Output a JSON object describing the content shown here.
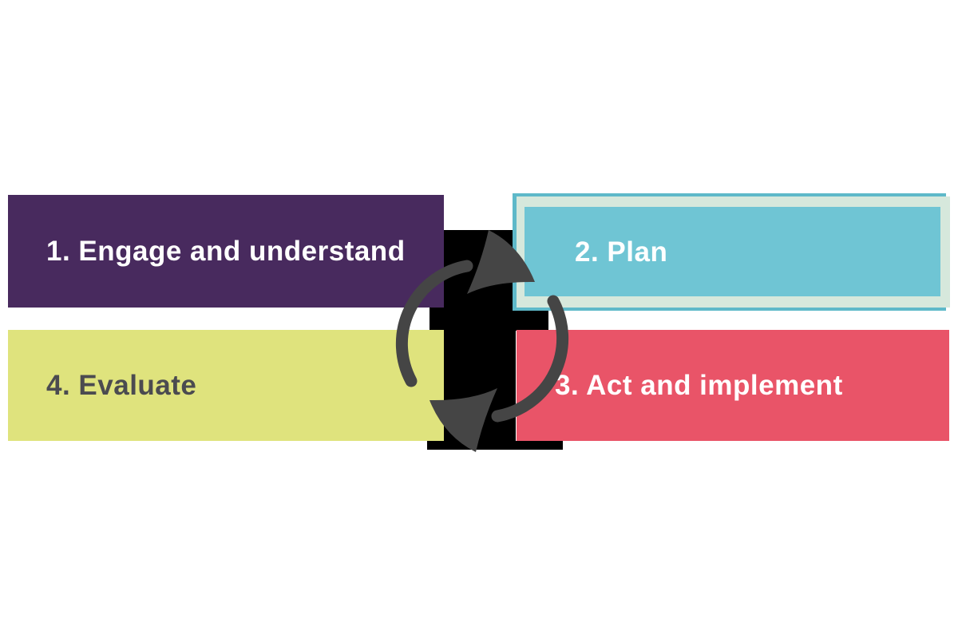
{
  "diagram": {
    "type": "process-cycle",
    "background_color": "#ffffff",
    "icon_background_color": "#000000"
  },
  "steps": [
    {
      "label": "1. Engage and understand",
      "box_color": "#482a5e",
      "text_color": "#ffffff"
    },
    {
      "label": "2. Plan",
      "box_color": "#6fc5d4",
      "border_color": "#d6e8dc",
      "edge_color": "#5eb9c9",
      "text_color": "#ffffff"
    },
    {
      "label": "3. Act and implement",
      "box_color": "#e95468",
      "text_color": "#ffffff"
    },
    {
      "label": "4. Evaluate",
      "box_color": "#dfe37d",
      "text_color": "#4b4b50"
    }
  ],
  "icon": {
    "name": "cycle-arrows-icon",
    "color": "#454545"
  }
}
